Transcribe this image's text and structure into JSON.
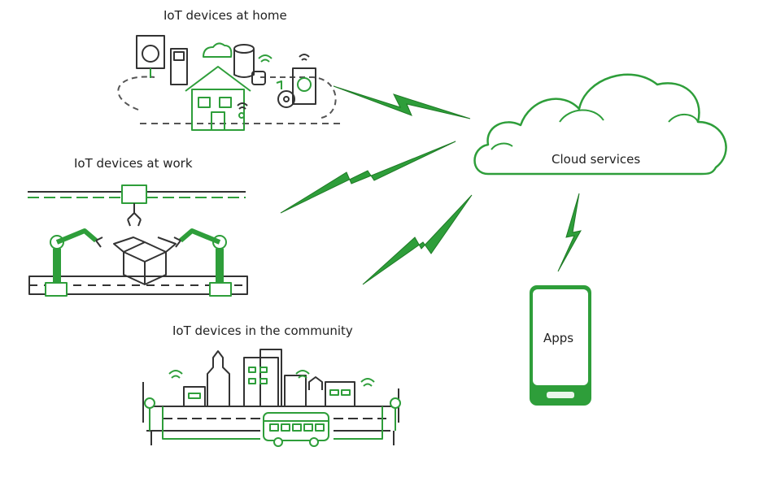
{
  "labels": {
    "home": "IoT devices at home",
    "work": "IoT devices at work",
    "community": "IoT devices in the community",
    "cloud": "Cloud services",
    "apps": "Apps"
  },
  "colors": {
    "green": "#2e9e3a",
    "light_green": "#8fd08f",
    "dark_green": "#1e7a25",
    "text": "#222222"
  },
  "icons": [
    "house-icon",
    "factory-robot-icon",
    "city-icon",
    "cloud-icon",
    "smartphone-icon",
    "lightning-bolt-icon"
  ]
}
